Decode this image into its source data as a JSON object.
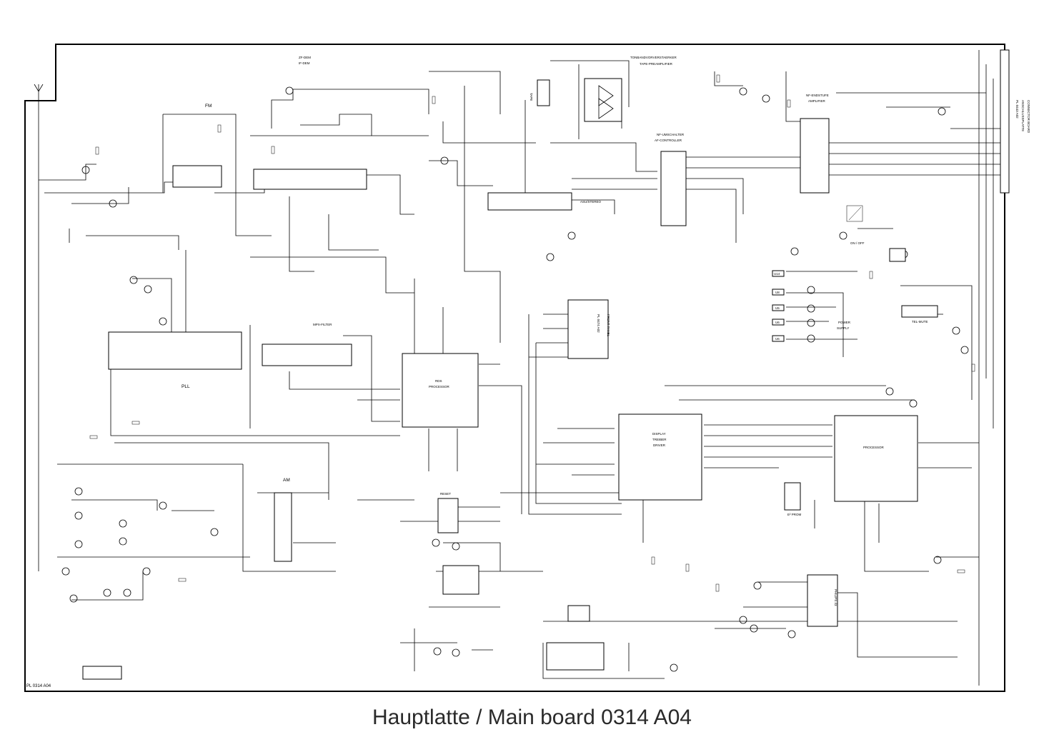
{
  "caption": "Hauptlatte / Main board 0314 A04",
  "board_id": "PL 0314 A04",
  "blocks": {
    "fm": "FM",
    "if_dem_1": "ZF-DEM",
    "if_dem_2": "IF-DEM",
    "pll": "PLL",
    "mpx_filter": "MPX-FILTER",
    "rds_1": "RDS",
    "rds_2": "PROCESSOR",
    "asu_stereo": "ASU/STEREO",
    "tape_pre_1": "TONBANDVORVERSTAERKER",
    "tape_pre_2": "TAPE-PREAMPLIFIER",
    "tape": "TAPE",
    "nf_umsch_1": "NF-UMSCHALTER",
    "nf_umsch_2": "AF-CONTROLLER",
    "nf_end_1": "NF-ENDSTUFE",
    "nf_end_2": "AMPLIFIER",
    "on_off": "ON / OFF",
    "power_1": "POWER",
    "power_2": "SUPPLY",
    "tel_mute": "TEL-MUTE",
    "display_1": "DISPLAY",
    "display_2": "TREIBER",
    "display_3": "DRIVER",
    "processor": "PROCESSOR",
    "reset": "RESET",
    "eprom": "E² PROM",
    "am": "AM",
    "front_panel_1": "PL 0474 A02",
    "front_panel_2": "FRONT PANEL",
    "philips": "PHILIPS I/3",
    "connector_1": "PL 0443 A02",
    "connector_2": "ANSCHLUSSPLATTE",
    "connector_3": "CONNECTOR BOARD"
  },
  "supply_tags": {
    "u14": "U14",
    "u8": "U8",
    "u5": "U5",
    "u6": "U6"
  }
}
